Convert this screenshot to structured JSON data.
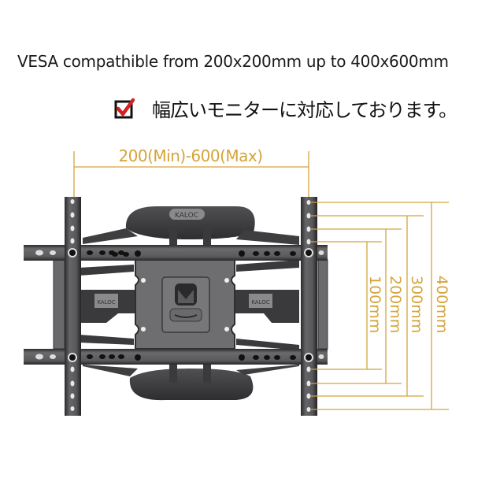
{
  "header": {
    "headline": "VESA compathible from 200x200mm up to 400x600mm",
    "checkbox_icon": "checked-checkbox-icon",
    "japanese_note": "幅広いモニターに対応しております。"
  },
  "dimensions": {
    "width_label": "200(Min)-600(Max)",
    "height_labels": [
      "100mm",
      "200mm",
      "300mm",
      "400mm"
    ]
  },
  "product": {
    "brand_top": "KALOC",
    "brand_left_arm": "KALOC",
    "brand_right_arm": "KALOC"
  },
  "colors": {
    "dimension_gold": "#d4a43a",
    "check_red": "#d42020",
    "metal_dark": "#3a3a3c",
    "metal_mid": "#5a5a5c"
  }
}
